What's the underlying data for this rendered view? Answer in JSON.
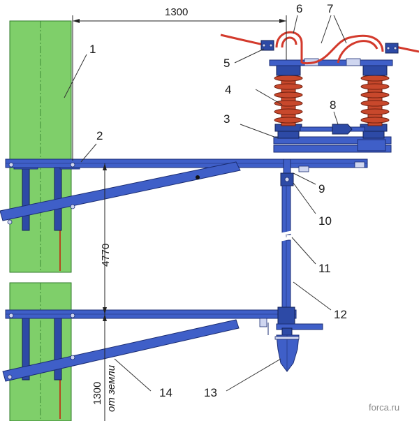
{
  "dimensions": {
    "horizontal": "1300",
    "vertical": "4770",
    "ground_value": "1300",
    "ground_note": "от земли"
  },
  "callouts": [
    "1",
    "2",
    "3",
    "4",
    "5",
    "6",
    "7",
    "8",
    "9",
    "10",
    "11",
    "12",
    "13",
    "14"
  ],
  "watermark": "forca.ru",
  "colors": {
    "pole": "#7fcf6a",
    "steel": "#3f5fc8",
    "insulator": "#c8482c",
    "wire": "#d33a2c"
  }
}
